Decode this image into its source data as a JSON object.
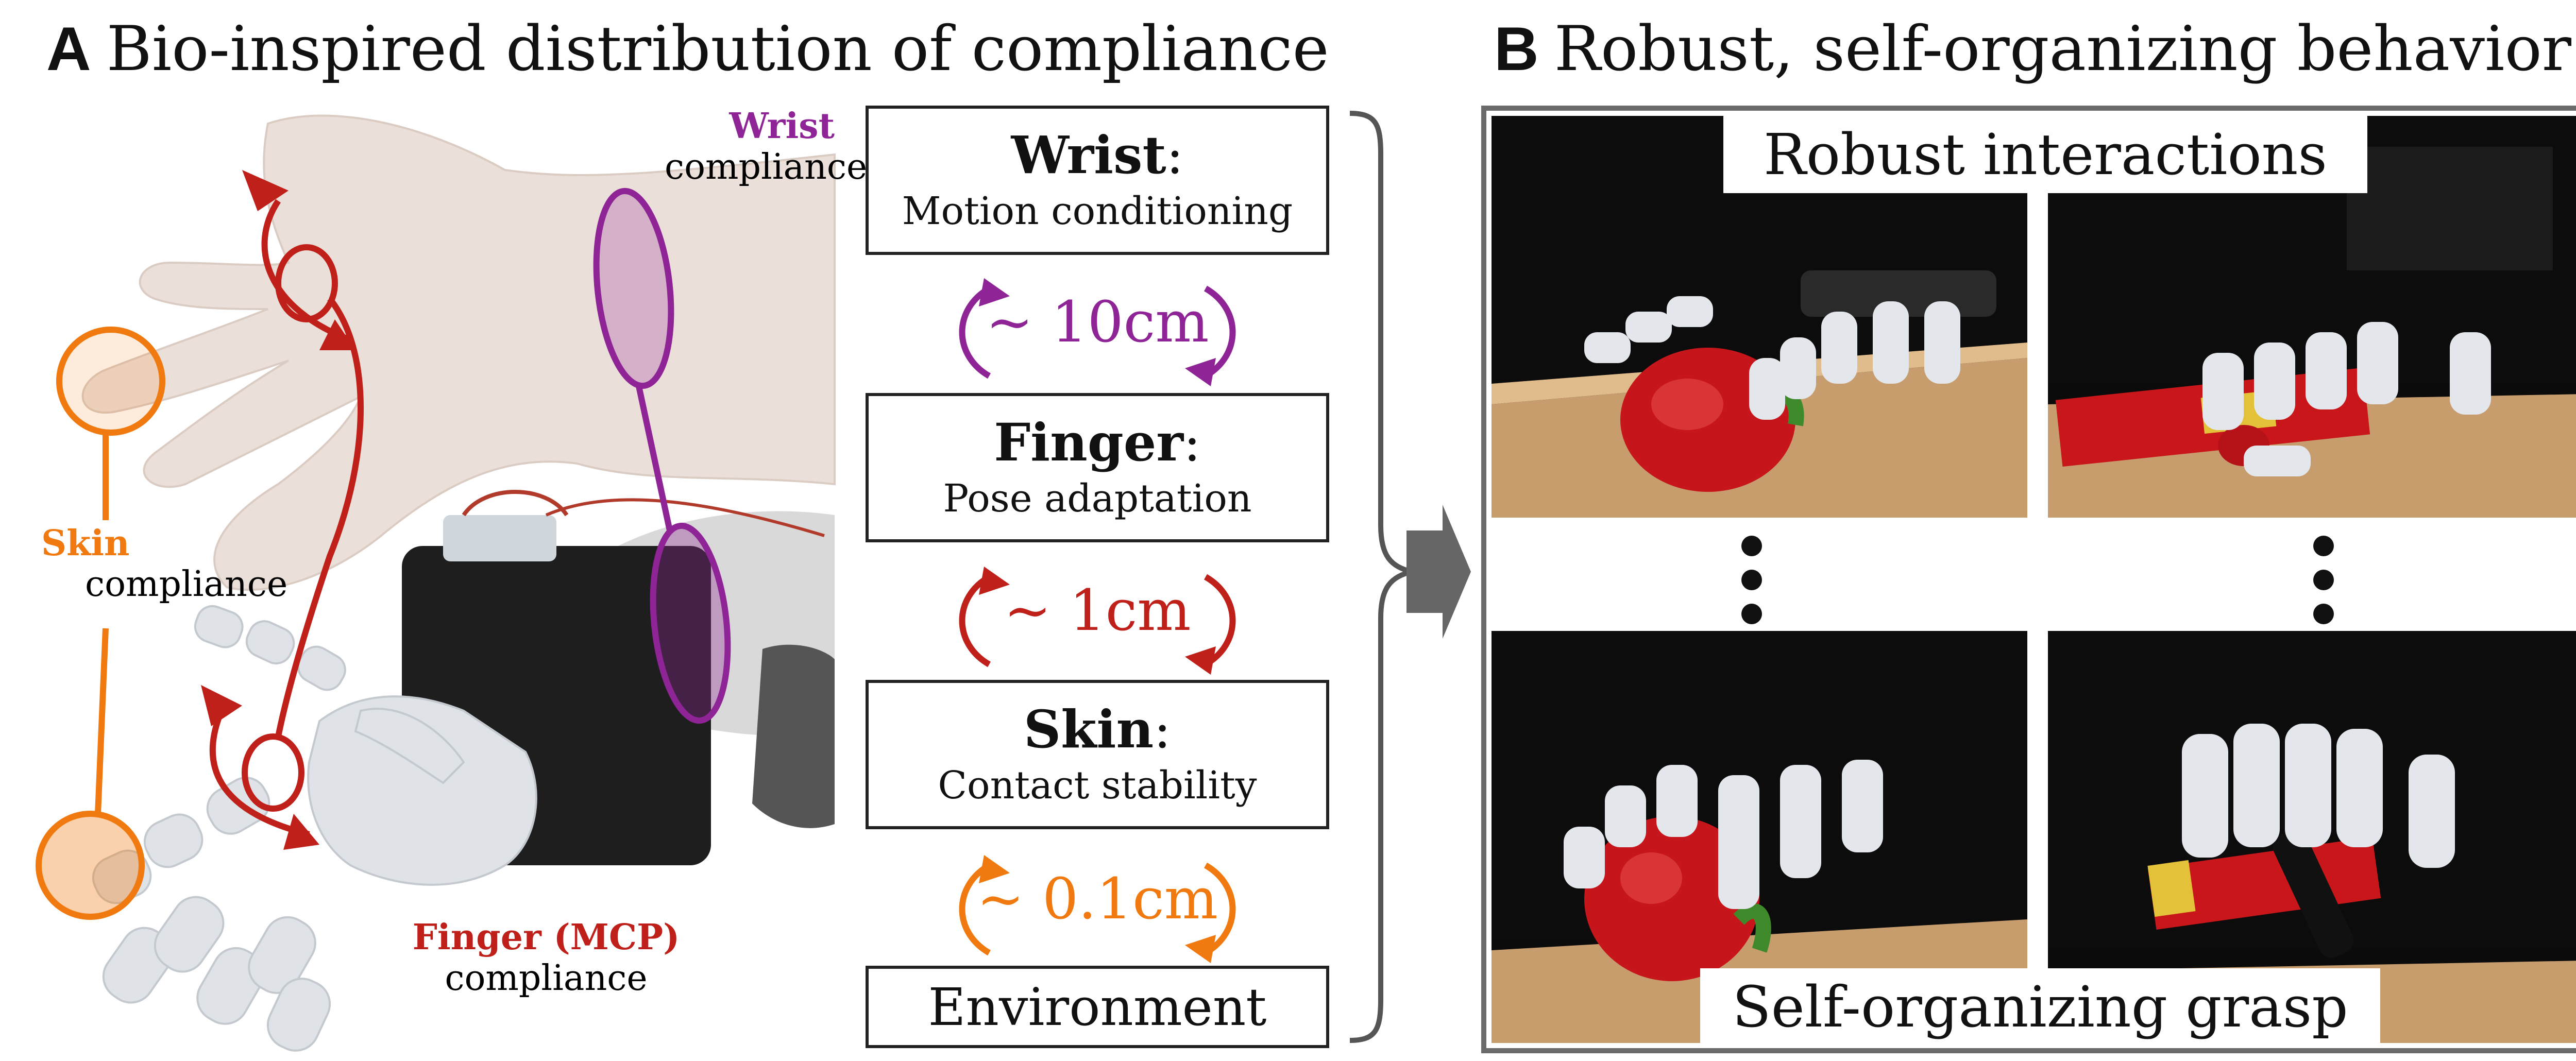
{
  "panel_a": {
    "letter": "A",
    "title": "Bio-inspired distribution of compliance",
    "labels": {
      "wrist_key": "Wrist",
      "wrist_rest": "compliance",
      "skin_key": "Skin",
      "skin_rest": "compliance",
      "finger_key": "Finger (MCP)",
      "finger_rest": "compliance"
    },
    "levels": [
      {
        "bold": "Wrist",
        "sub": "Motion conditioning"
      },
      {
        "bold": "Finger",
        "sub": "Pose adaptation"
      },
      {
        "bold": "Skin",
        "sub": "Contact stability"
      }
    ],
    "colon": ":",
    "environment": "Environment",
    "scales": [
      "~ 10cm",
      "~ 1cm",
      "~ 0.1cm"
    ]
  },
  "panel_b": {
    "letter": "B",
    "title": "Robust, self-organizing behavior",
    "top_caption": "Robust interactions",
    "bottom_caption": "Self-organizing grasp"
  },
  "colors": {
    "wrist": "#8e2496",
    "finger": "#c0201a",
    "skin": "#f07a10",
    "frame": "#6a6a6a"
  }
}
